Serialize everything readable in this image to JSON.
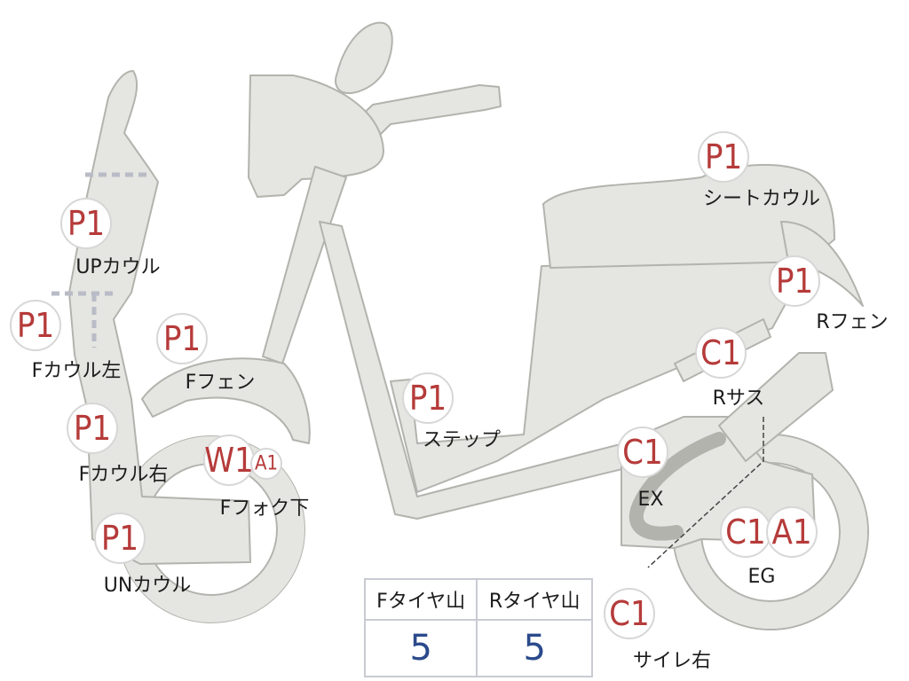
{
  "markers": [
    {
      "code": "P1",
      "label": "UPカウル"
    },
    {
      "code": "P1",
      "label": "Fカウル左"
    },
    {
      "code": "P1",
      "label": "Fカウル右"
    },
    {
      "code": "P1",
      "label": "UNカウル"
    },
    {
      "code": "P1",
      "label": "Fフェン"
    },
    {
      "code": "W1",
      "label": "Fフォク下",
      "extra_code": "A1"
    },
    {
      "code": "P1",
      "label": "ステップ"
    },
    {
      "code": "P1",
      "label": "シートカウル"
    },
    {
      "code": "P1",
      "label": "Rフェン"
    },
    {
      "code": "C1",
      "label": "Rサス"
    },
    {
      "code": "C1",
      "label": "EX"
    },
    {
      "code": "C1",
      "label": "EG",
      "extra_code": "A1"
    },
    {
      "code": "C1",
      "label": "サイレ右"
    }
  ],
  "tire_table": {
    "headers": [
      "Fタイヤ山",
      "Rタイヤ山"
    ],
    "values": [
      "5",
      "5"
    ]
  },
  "colors": {
    "body_fill": "#e5e5e1",
    "outline": "#b3b3ae",
    "code_text": "#b53b3a",
    "table_value": "#2b4a8c",
    "table_border": "#c9cbd3"
  }
}
